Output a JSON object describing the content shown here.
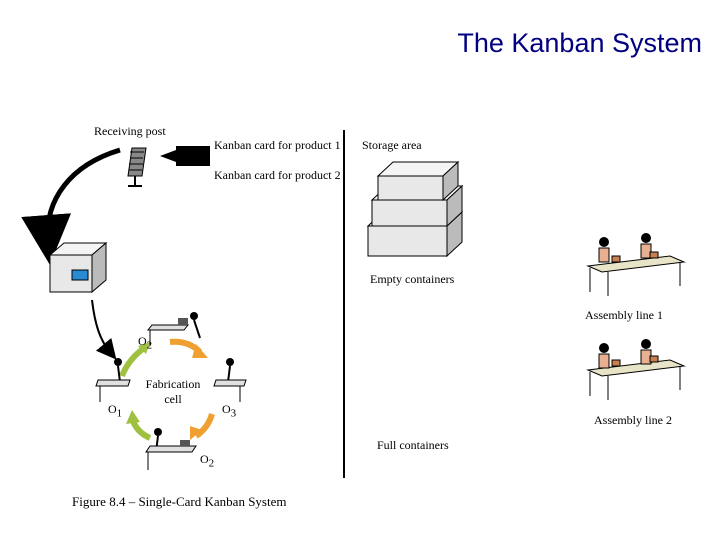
{
  "title": "The Kanban System",
  "labels": {
    "receiving_post": "Receiving post",
    "kanban_card_1": "Kanban card for product 1",
    "kanban_card_2": "Kanban card for product 2",
    "storage_area": "Storage area",
    "empty_containers": "Empty containers",
    "assembly_line_1": "Assembly line 1",
    "assembly_line_2": "Assembly line 2",
    "full_containers": "Full containers",
    "fabrication_cell": "Fabrication cell",
    "operators": [
      "O",
      "O",
      "O",
      "O"
    ],
    "operator_subscripts": [
      "2",
      "1",
      "3",
      "2"
    ],
    "caption": "Figure 8.4 – Single-Card Kanban System"
  },
  "colors": {
    "title": "#000080",
    "arrow_orange": "#f0a030",
    "arrow_green": "#a0c040",
    "screen_blue": "#2a8ad4",
    "box_fill": "#e8e8e8"
  }
}
